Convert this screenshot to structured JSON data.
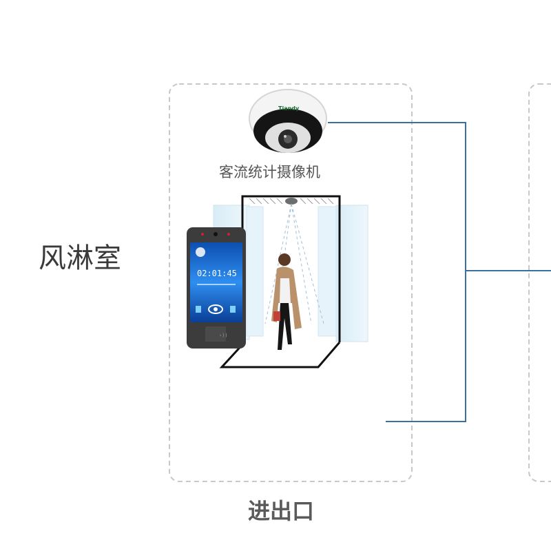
{
  "room_label": "风淋室",
  "camera": {
    "label": "客流统计摄像机",
    "brand": "Tiandy"
  },
  "terminal": {
    "time": "02:01:45"
  },
  "area_label": "进出口",
  "colors": {
    "connector": "#3b6fa0",
    "dashed_border": "#c8c8c8",
    "screen_blue": "#1c6fd6",
    "terminal_body": "#3c3c3c"
  }
}
